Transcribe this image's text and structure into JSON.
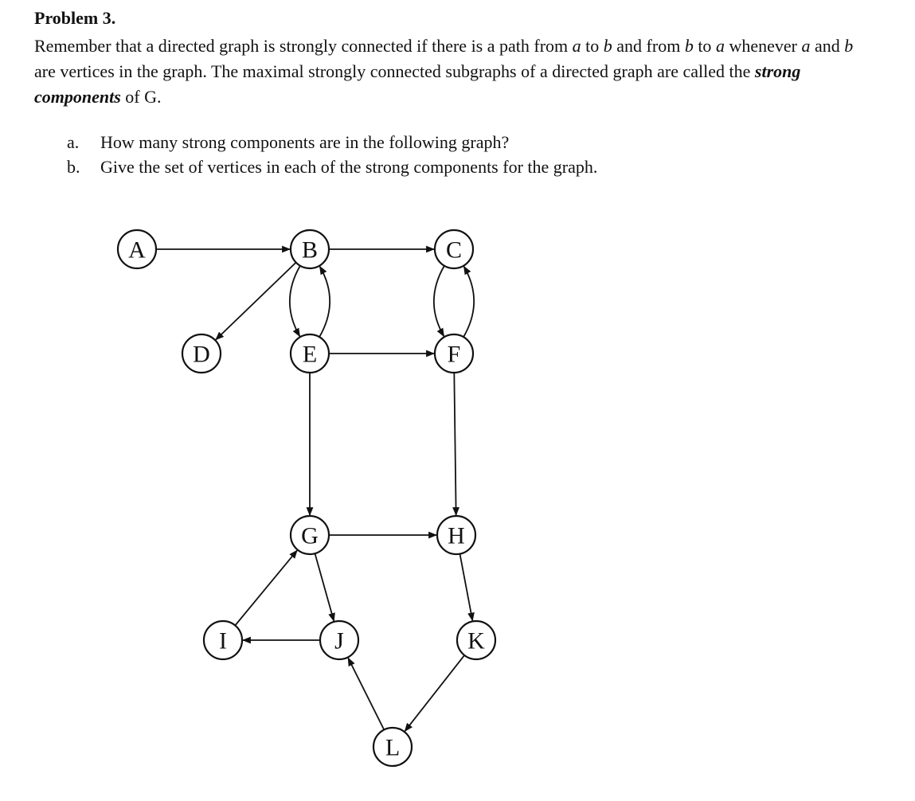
{
  "problem": {
    "title": "Problem 3.",
    "text_1": "Remember that a directed graph is strongly connected if there is a path from ",
    "var_a1": "a",
    "text_2": " to ",
    "var_b1": "b",
    "text_3": " and from ",
    "var_b2": "b",
    "text_4": " to ",
    "var_a2": "a",
    "text_5": " whenever ",
    "var_a3": "a",
    "text_6": " and ",
    "var_b3": "b",
    "text_7": " are vertices in the graph. The maximal strongly connected subgraphs of a directed graph are called the ",
    "emphasis": "strong components",
    "text_8": " of G."
  },
  "questions": [
    {
      "label": "a.",
      "text": "How many strong components are in the following graph?"
    },
    {
      "label": "b.",
      "text": "Give the set of vertices in each of the strong components for the graph."
    }
  ],
  "graph": {
    "vertices": [
      "A",
      "B",
      "C",
      "D",
      "E",
      "F",
      "G",
      "H",
      "I",
      "J",
      "K",
      "L"
    ],
    "edges": [
      {
        "from": "A",
        "to": "B"
      },
      {
        "from": "B",
        "to": "C"
      },
      {
        "from": "B",
        "to": "D"
      },
      {
        "from": "B",
        "to": "E"
      },
      {
        "from": "E",
        "to": "B"
      },
      {
        "from": "C",
        "to": "F"
      },
      {
        "from": "F",
        "to": "C"
      },
      {
        "from": "E",
        "to": "F"
      },
      {
        "from": "E",
        "to": "G"
      },
      {
        "from": "F",
        "to": "H"
      },
      {
        "from": "G",
        "to": "H"
      },
      {
        "from": "G",
        "to": "J"
      },
      {
        "from": "J",
        "to": "I"
      },
      {
        "from": "I",
        "to": "G"
      },
      {
        "from": "H",
        "to": "K"
      },
      {
        "from": "K",
        "to": "L"
      },
      {
        "from": "L",
        "to": "J"
      }
    ]
  }
}
